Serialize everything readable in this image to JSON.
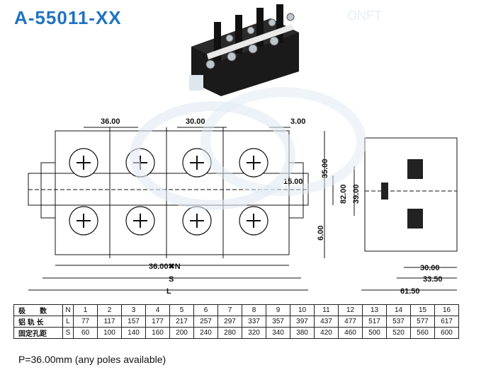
{
  "title": "A-55011-XX",
  "watermark_text": "ONFT",
  "dimensions": {
    "pitch_top": "36.00",
    "width_30": "30.00",
    "gap_3": "3.00",
    "h_15": "15.00",
    "h_35": "35.00",
    "h_82": "82.00",
    "h_39": "39.00",
    "h_6": "6.00",
    "pitch_n": "36.00✖N",
    "s_label": "S",
    "l_label": "L",
    "side_30": "30.00",
    "side_33": "33.50",
    "side_61": "61.50"
  },
  "table": {
    "rows": [
      {
        "label": "极　　数",
        "sym": "N",
        "values": [
          "1",
          "2",
          "3",
          "4",
          "5",
          "6",
          "7",
          "8",
          "9",
          "10",
          "11",
          "12",
          "13",
          "14",
          "15",
          "16"
        ]
      },
      {
        "label": "铝 轨 长",
        "sym": "L",
        "values": [
          "77",
          "117",
          "157",
          "177",
          "217",
          "257",
          "297",
          "337",
          "357",
          "397",
          "437",
          "477",
          "517",
          "537",
          "577",
          "617"
        ]
      },
      {
        "label": "固定孔距",
        "sym": "S",
        "values": [
          "60",
          "100",
          "140",
          "160",
          "200",
          "240",
          "280",
          "320",
          "340",
          "380",
          "420",
          "460",
          "500",
          "520",
          "560",
          "600"
        ]
      }
    ]
  },
  "note": "P=36.00mm (any poles available)"
}
